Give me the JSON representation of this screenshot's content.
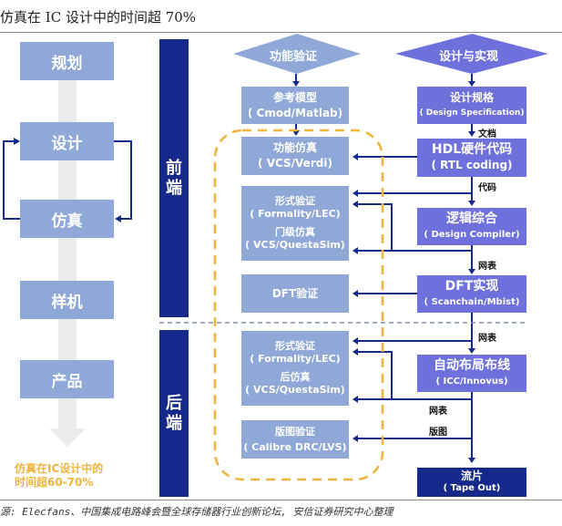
{
  "title": "仿真在 IC 设计中的时间超 70%",
  "stages": [
    {
      "label": "规划"
    },
    {
      "label": "设计"
    },
    {
      "label": "仿真"
    },
    {
      "label": "样机"
    },
    {
      "label": "产品"
    }
  ],
  "note": {
    "line1": "仿真在IC设计中的",
    "line2": "时间超60-70%"
  },
  "bands": {
    "front": {
      "c1": "前",
      "c2": "端"
    },
    "back": {
      "c1": "后",
      "c2": "端"
    }
  },
  "left_column": {
    "header": "功能验证",
    "boxes": [
      {
        "title": "参考模型",
        "sub": "( Cmod/Matlab)"
      },
      {
        "title": "功能仿真",
        "sub": "( VCS/Verdi)"
      },
      {
        "title": "形式验证",
        "sub": "( Formality/LEC)",
        "title2": "门级仿真",
        "sub2": "( VCS/QuestaSim)"
      },
      {
        "title": "DFT验证"
      },
      {
        "title": "形式验证",
        "sub": "( Formality/LEC)",
        "title2": "后仿真",
        "sub2": "( VCS/QuestaSim)"
      },
      {
        "title": "版图验证",
        "sub": "( Calibre DRC/LVS)"
      }
    ]
  },
  "right_column": {
    "header": "设计与实现",
    "boxes": [
      {
        "title": "设计规格",
        "sub": "( Design Specification)"
      },
      {
        "title": "HDL硬件代码",
        "sub": "( RTL coding)"
      },
      {
        "title": "逻辑综合",
        "sub": "( Design Compiler)"
      },
      {
        "title": "DFT实现",
        "sub": "( Scanchain/Mbist)"
      },
      {
        "title": "自动布局布线",
        "sub": "( ICC/Innovus)"
      },
      {
        "title": "流片",
        "sub": "( Tape Out)"
      }
    ]
  },
  "edge_labels": {
    "doc": "文档",
    "code": "代码",
    "netlist1": "网表",
    "netlist2": "网表",
    "netlist3": "网表",
    "layout": "版图"
  },
  "colors": {
    "navy": "#14298a",
    "light_blue": "#8fa8d8",
    "purple_blue": "#6e70dc",
    "orange_dash": "#f0b43a",
    "arrow_gray": "#ebebeb"
  },
  "source": "源: Elecfans、中国集成电路峰会暨全球存储器行业创新论坛, 安信证券研究中心整理"
}
